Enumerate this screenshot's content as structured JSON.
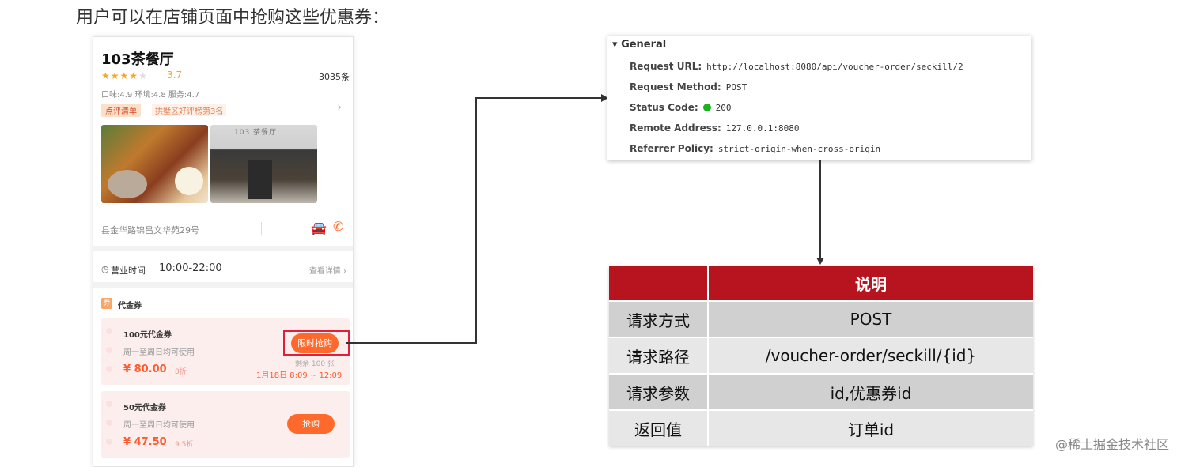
{
  "heading": "用户可以在店铺页面中抢购这些优惠券：",
  "shop": {
    "name": "103茶餐厅",
    "stars_filled": 4,
    "stars_total": 5,
    "rating": "3.7",
    "review_count": "3035条",
    "subscores": "口味:4.9 环境:4.8 服务:4.7",
    "rank_badge": "点评清单",
    "rank_text": "拱墅区好评榜第3名",
    "photo2_sign": "103 茶餐厅",
    "address": "县金华路锦昌文华苑29号",
    "hours_label": "营业时间",
    "hours_value": "10:00-22:00",
    "details_link": "查看详情"
  },
  "voucher_section": {
    "title": "代金券",
    "items": [
      {
        "title": "100元代金券",
        "desc": "周一至周日均可使用",
        "price": "¥ 80.00",
        "discount": "8折",
        "button": "限时抢购",
        "remaining": "剩余 100 张",
        "time": "1月18日 8:09 ~ 12:09"
      },
      {
        "title": "50元代金券",
        "desc": "周一至周日均可使用",
        "price": "¥ 47.50",
        "discount": "9.5折",
        "button": "抢购"
      }
    ]
  },
  "request": {
    "section": "General",
    "rows": [
      {
        "key": "Request URL:",
        "value": "http://localhost:8080/api/voucher-order/seckill/2"
      },
      {
        "key": "Request Method:",
        "value": "POST"
      },
      {
        "key": "Status Code:",
        "value": "200",
        "status_color": "#1bb31b"
      },
      {
        "key": "Remote Address:",
        "value": "127.0.0.1:8080"
      },
      {
        "key": "Referrer Policy:",
        "value": "strict-origin-when-cross-origin"
      }
    ]
  },
  "api_table": {
    "header": [
      "",
      "说明"
    ],
    "rows": [
      [
        "请求方式",
        "POST"
      ],
      [
        "请求路径",
        "/voucher-order/seckill/{id}"
      ],
      [
        "请求参数",
        "id,优惠券id"
      ],
      [
        "返回值",
        "订单id"
      ]
    ],
    "header_color": "#b8141f"
  },
  "watermark": "@稀土掘金技术社区"
}
